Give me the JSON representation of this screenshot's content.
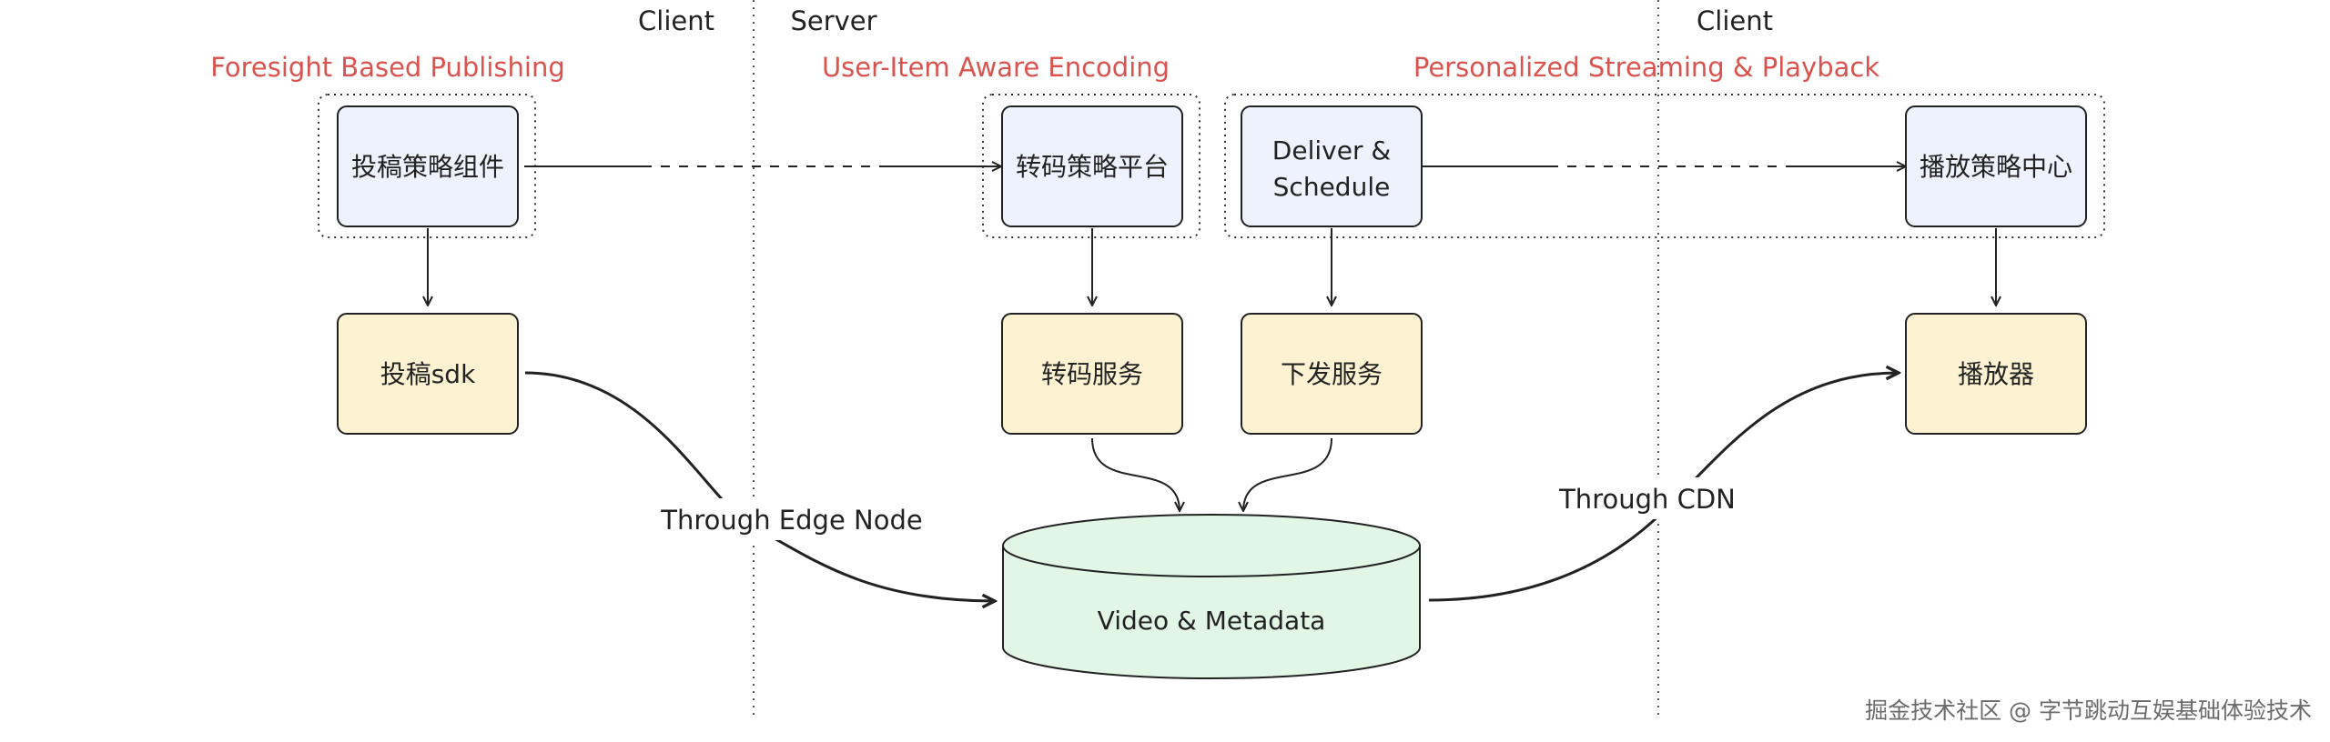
{
  "colors": {
    "section_title": "#d9534f",
    "policy_fill": "#eef2fd",
    "service_fill": "#fdf3d2",
    "store_fill": "#e2f6e5",
    "stroke": "#222222",
    "divider": "#555555",
    "watermark": "#6b6b6b"
  },
  "zones": {
    "client_left": "Client",
    "server": "Server",
    "client_right": "Client"
  },
  "sections": {
    "publishing": "Foresight Based Publishing",
    "encoding": "User-Item Aware Encoding",
    "streaming": "Personalized Streaming & Playback"
  },
  "nodes": {
    "upload_policy": "投稿策略组件",
    "transcode_policy": "转码策略平台",
    "deliver_line1": "Deliver &",
    "deliver_line2": "Schedule",
    "playback_policy": "播放策略中心",
    "upload_sdk": "投稿sdk",
    "transcode_service": "转码服务",
    "delivery_service": "下发服务",
    "player": "播放器",
    "storage": "Video & Metadata"
  },
  "edges": {
    "edge_node": "Through Edge Node",
    "cdn": "Through CDN"
  },
  "watermark": "掘金技术社区 @ 字节跳动互娱基础体验技术"
}
